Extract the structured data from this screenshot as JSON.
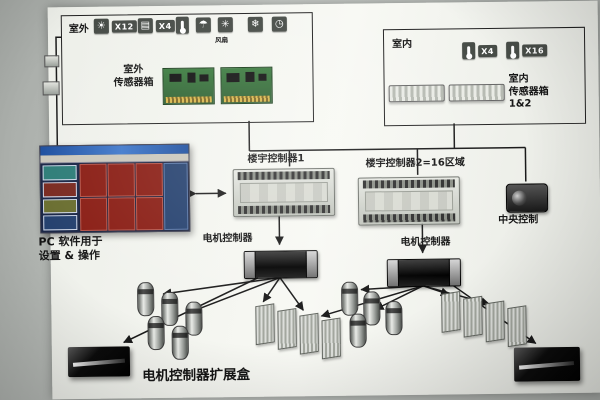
{
  "outdoor": {
    "title": "室外",
    "sensor_box": "室外\n传感器箱",
    "count_sun": "X12",
    "count_card": "X4",
    "fan_label": "风扇"
  },
  "indoor": {
    "title": "室内",
    "count_a": "X4",
    "count_b": "X16",
    "sensor_box": "室内\n传感器箱\n1&2"
  },
  "icons": {
    "sun": "☀",
    "card": "▤",
    "rain": "☂",
    "fan": "✳",
    "snow": "❄",
    "clock": "◷"
  },
  "pc": {
    "caption": "PC 软件用于\n设置 & 操作"
  },
  "bus": {
    "controller1": "楼宇控制器1",
    "controller2": "楼宇控制器2=16区域",
    "central": "中央控制"
  },
  "motor": {
    "left": "电机控制器",
    "right": "电机控制器",
    "expansion": "电机控制器扩展盒"
  }
}
